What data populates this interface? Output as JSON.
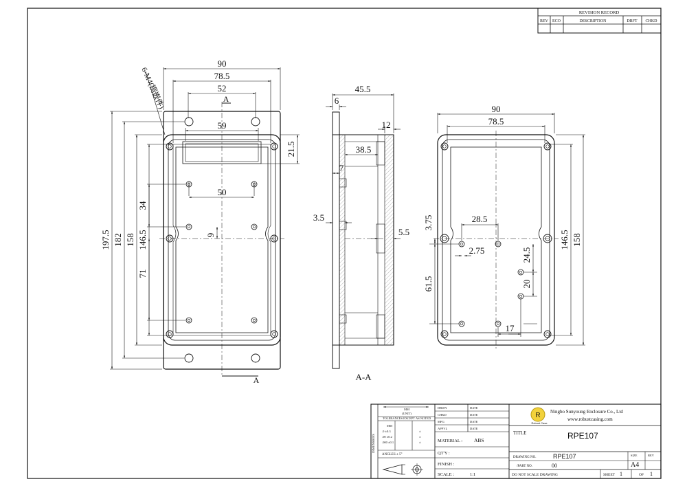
{
  "revision_block": {
    "title": "REVISION RECORD",
    "columns": [
      "REV",
      "ECO",
      "DESCRIPTION",
      "DRFT",
      "CHKD"
    ]
  },
  "view_front": {
    "dims": {
      "w_90": "90",
      "w_78_5": "78.5",
      "w_52": "52",
      "w_59": "59",
      "w_50": "50",
      "h_197_5": "197.5",
      "h_182": "182",
      "h_158": "158",
      "h_146_5": "146.5",
      "h_34": "34",
      "h_71": "71",
      "h_21_5": "21.5",
      "h_9": "9"
    },
    "note": "6-M4(铜嵌件)",
    "section_marker": "A"
  },
  "view_section": {
    "dims": {
      "d_45_5": "45.5",
      "d_6": "6",
      "d_12": "12",
      "d_38_5": "38.5",
      "d_7": "7",
      "d_3_5": "3.5",
      "d_5_5": "5.5"
    },
    "caption": "A-A"
  },
  "view_back": {
    "dims": {
      "w_90": "90",
      "w_78_5": "78.5",
      "h_146_5": "146.5",
      "h_158": "158",
      "d_3_75": "3.75",
      "d_28_5": "28.5",
      "d_2_75": "2.75",
      "d_24_5": "24.5",
      "d_20": "20",
      "d_61_5": "61.5",
      "d_17": "17"
    }
  },
  "title_block": {
    "mm_label": "MM",
    "unit_sub": "(UNIT)",
    "tolerance_label": "TOLERANCES EXCEPT AS NOTED",
    "tol_rows": [
      {
        "range": ".0 ±0.3",
        "val": "±"
      },
      {
        "range": ".00 ±0.2",
        "val": "±"
      },
      {
        "range": ".000 ±0.1",
        "val": "±"
      }
    ],
    "angles": "ANGLES ± 5°",
    "side_label": "DIMENSIONS",
    "drwn": "DRWN",
    "chkd": "CHKD",
    "mfg": "MFG",
    "appvl": "APPVL",
    "date": "DATE",
    "company": "Ningbo Sunyoung Enclosure Co., Ltd",
    "website": "www.robustcasing.com",
    "logo_text": "Robust Case",
    "material_label": "MATERIAL :",
    "material": "ABS",
    "qty_label": "QT'Y :",
    "finish_label": "FINISH :",
    "scale_label": "SCALE :",
    "scale": "1:1",
    "title_label": "TITLE",
    "title": "RPE107",
    "drawing_no_label": "DRAWING NO.",
    "drawing_no": "RPE107",
    "part_no_label": "/PART NO.",
    "part_no": "00",
    "size_label": "SIZE",
    "size": "A4",
    "rev_label": "REV",
    "note": "DO NOT SCALE DRAWING",
    "sheet_label": "SHEET",
    "sheet": "1",
    "of_label": "OF",
    "of": "1"
  }
}
